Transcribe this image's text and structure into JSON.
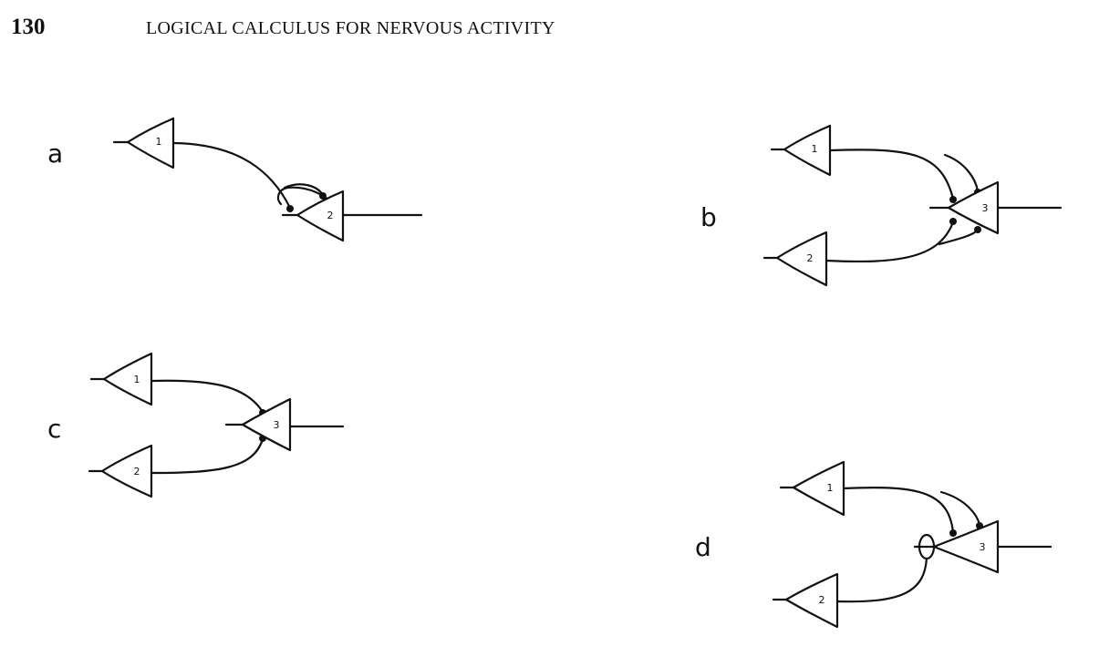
{
  "header": {
    "page_number": "130",
    "running_title": "LOGICAL CALCULUS FOR NERVOUS ACTIVITY"
  },
  "panels": [
    {
      "label": "a",
      "neurons": [
        "1",
        "2"
      ]
    },
    {
      "label": "b",
      "neurons": [
        "1",
        "2",
        "3"
      ]
    },
    {
      "label": "c",
      "neurons": [
        "1",
        "2",
        "3"
      ]
    },
    {
      "label": "d",
      "neurons": [
        "1",
        "2",
        "3"
      ]
    }
  ]
}
